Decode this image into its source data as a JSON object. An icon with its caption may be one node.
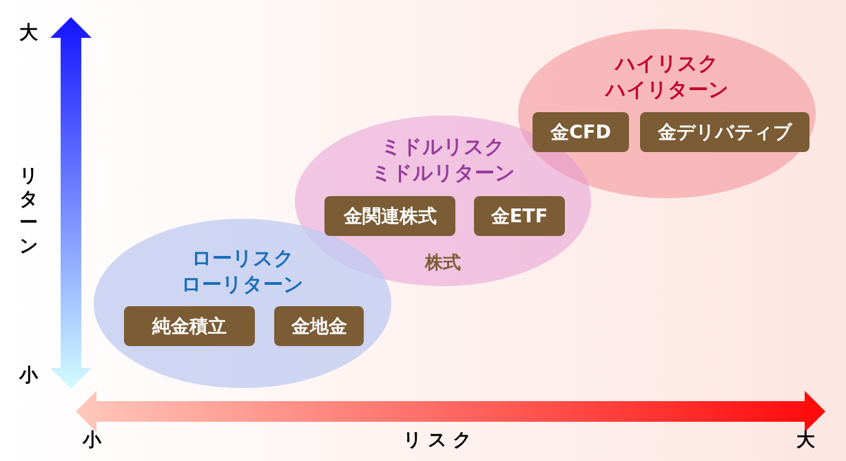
{
  "diagram": {
    "nodes": [
      {
        "text": [
          "ハイリスク",
          "ハイリターン"
        ]
      },
      {
        "text": [
          "金CFD"
        ],
        "in": 0
      },
      {
        "text": [
          "金デリバティブ"
        ],
        "in": 0
      },
      {
        "text": [
          "ミドルリスク",
          "ミドルリターン",
          "株式"
        ]
      },
      {
        "text": [
          "金関連株式"
        ],
        "in": 3
      },
      {
        "text": [
          "金ETF"
        ],
        "in": 3
      },
      {
        "text": [
          "ローリスク",
          "ローリターン"
        ]
      },
      {
        "text": [
          "純金積立"
        ],
        "in": 6
      },
      {
        "text": [
          "金地金"
        ],
        "in": 6
      }
    ],
    "labels": [
      "大",
      "リターン",
      "小",
      "小",
      "リスク",
      "大"
    ]
  }
}
